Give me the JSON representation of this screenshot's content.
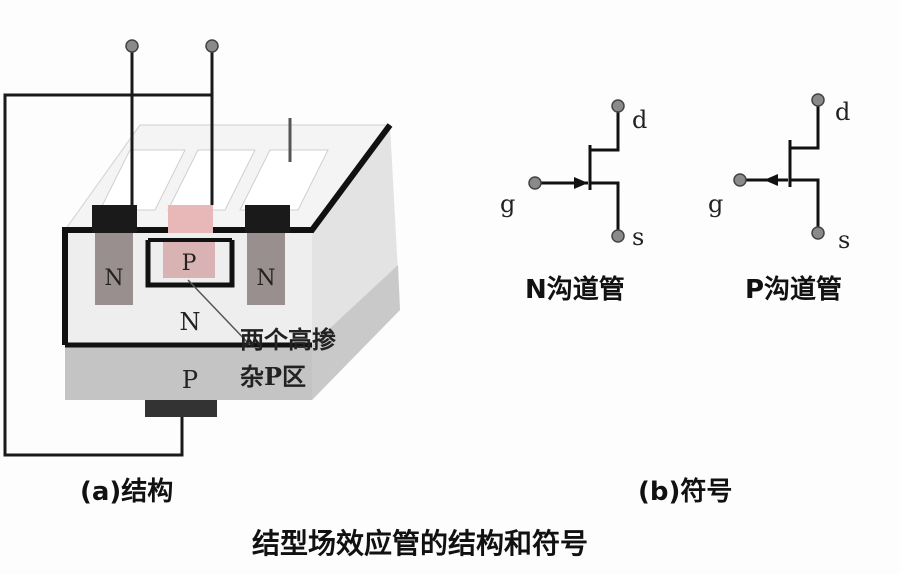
{
  "structure": {
    "region_n_left": "N",
    "region_p_gate": "P",
    "region_n_right": "N",
    "channel_n": "N",
    "substrate_p": "P",
    "annotation_line1": "两个高掺",
    "annotation_line2": "杂P区",
    "caption": "(a)结构"
  },
  "symbols": {
    "n_channel": {
      "drain": "d",
      "gate": "g",
      "source": "s",
      "label": "N沟道管"
    },
    "p_channel": {
      "drain": "d",
      "gate": "g",
      "source": "s",
      "label": "P沟道管"
    },
    "caption": "(b)符号"
  },
  "figure_title": "结型场效应管的结构和符号",
  "colors": {
    "n_region": "#9a8f8f",
    "p_region": "#d9b3b3",
    "contact": "#1a1a1a",
    "substrate": "#bdbdbd",
    "top_face": "#f4f4f4",
    "side_face": "#e0e0e0",
    "wire": "#1a1a1a",
    "terminal": "#8a8a8a"
  }
}
